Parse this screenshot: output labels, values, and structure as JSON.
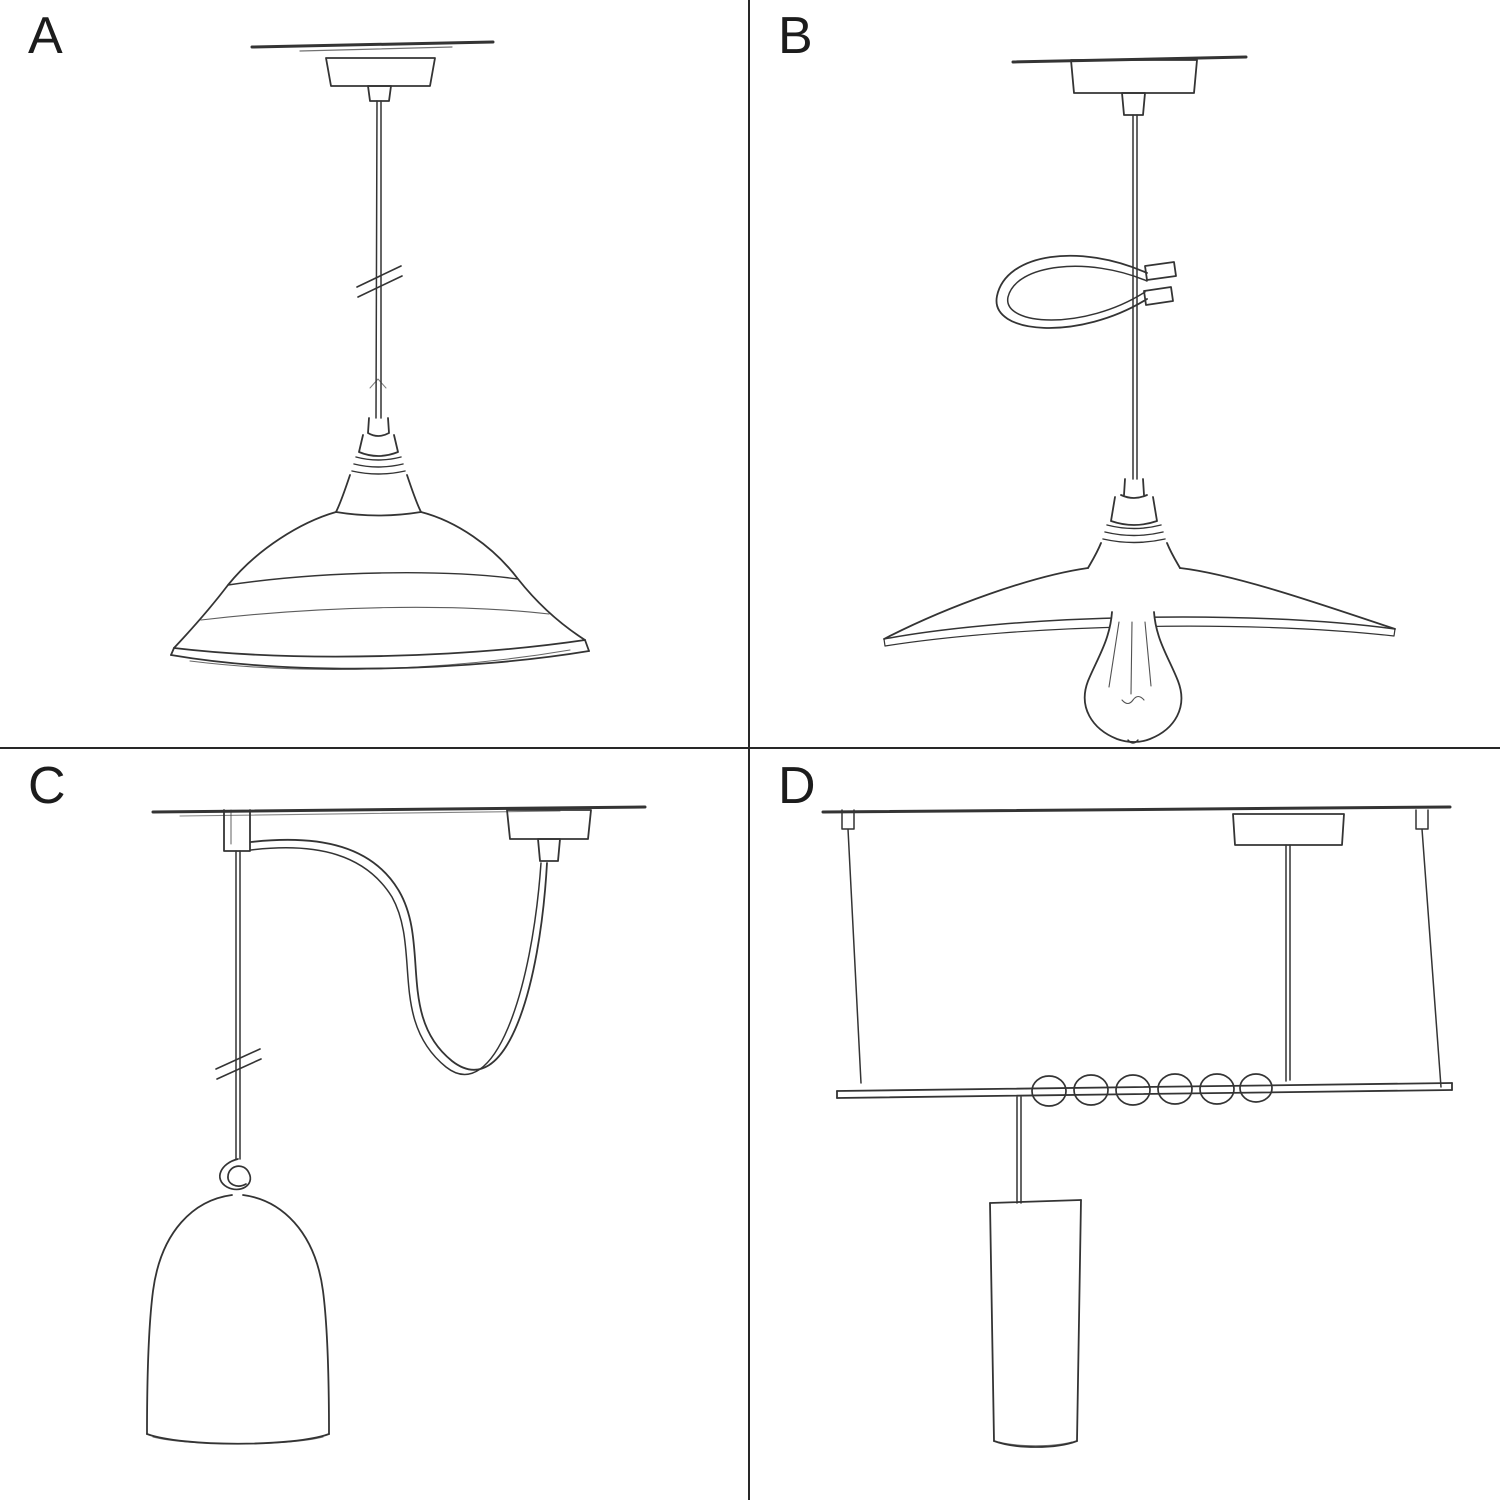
{
  "page": {
    "background": "#ffffff",
    "divider_color": "#282828",
    "sketch_stroke": "#343434",
    "label_color": "#1c1c1c"
  },
  "panels": [
    {
      "label": "A",
      "sketch": "pendant-cord-with-industrial-bistro-shade-sketch"
    },
    {
      "label": "B",
      "sketch": "pendant-cord-with-hook-loop-flat-plate-shade-and-exposed-bulb-sketch"
    },
    {
      "label": "C",
      "sketch": "swag-pendant-over-ceiling-hook-with-bell-shade-sketch"
    },
    {
      "label": "D",
      "sketch": "cord-coiled-on-suspended-bar-with-cylinder-shade-sketch"
    }
  ]
}
